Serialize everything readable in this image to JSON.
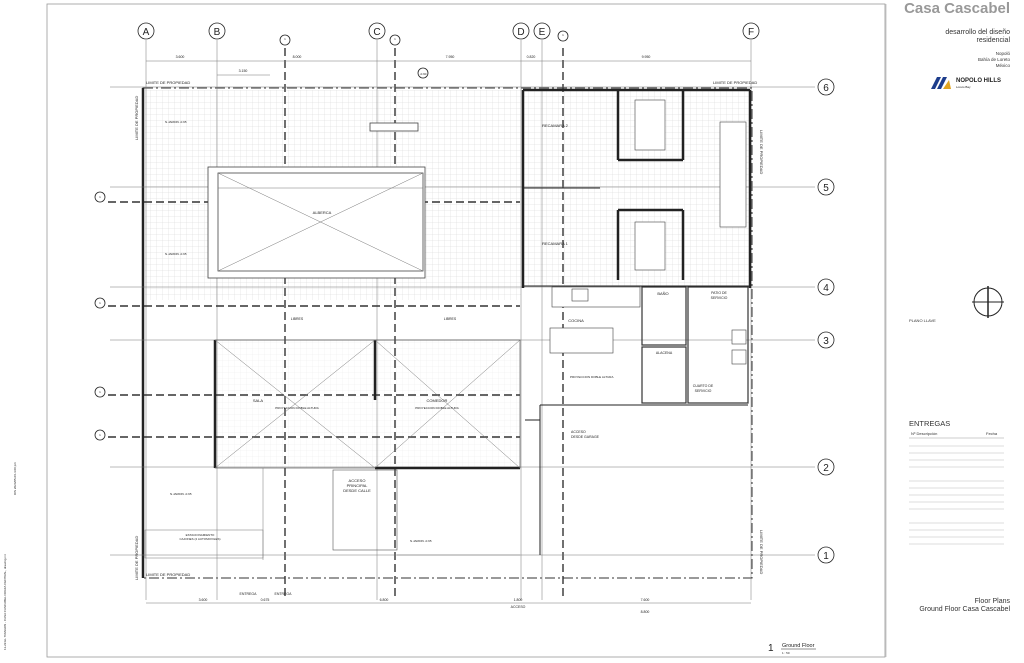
{
  "title_block": {
    "project": "Casa Cascabel",
    "subtitle_1": "desarrollo del diseño",
    "subtitle_2": "residencial",
    "location_1": "Nopoló",
    "location_2": "Bahía de Loreto",
    "location_3": "México",
    "logo_text": "NOPOLO HILLS",
    "logo_tagline": "Loreto Bay",
    "key_plan_label": "PLANO LLAVE",
    "deliveries_title": "ENTREGAS",
    "deliveries_col_no": "Nº Descripción",
    "deliveries_col_date": "Fecha",
    "sheet_title_1": "Floor Plans",
    "sheet_title_2": "Ground Floor Casa Cascabel"
  },
  "view_label": {
    "number": "1",
    "name": "Ground Floor",
    "scale": "1 : 50"
  },
  "side_notes": {
    "path": "11-29 EL TRIAGON - CASA CASCABEL DRAFA CENTRAL, drawing.rvt",
    "date": "DIS 2024/05-06-4.00 pm"
  },
  "grid": {
    "columns": [
      "A",
      "B",
      "C",
      "D",
      "E",
      "F"
    ],
    "rows": [
      "6",
      "5",
      "4",
      "3",
      "2",
      "1"
    ],
    "section_markers": [
      "1",
      "1",
      "1",
      "1",
      "1",
      "1",
      "1",
      "1"
    ]
  },
  "dimensions": {
    "top": [
      "3.600",
      "8.000",
      "7.950",
      "0.820",
      "9.950",
      "3.150"
    ],
    "bottom": [
      "3.600",
      "0.675",
      "6.800",
      "1.800",
      "7.600",
      "8.800"
    ],
    "bottom_labels": [
      "ENTREGA",
      "ENTREGA",
      "ACCESO"
    ]
  },
  "labels": {
    "property_limit": "LIMITE DE PROPIEDAD",
    "pool": "ALBERCA",
    "bedroom_2": "RECAMARA 2",
    "bedroom_1": "RECAMARA 1",
    "kitchen": "COCINA",
    "bath": "BAÑO",
    "service_patio_1": "PATIO DE",
    "service_patio_2": "SERVICIO",
    "pantry": "ALACENA",
    "service_room_1": "CUARTO DE",
    "service_room_2": "SERVICIO",
    "living": "SALA",
    "dining": "COMEDOR",
    "double_height": "PROYECCION DOBLE ALTURA",
    "garage_access_1": "ACCESO",
    "garage_access_2": "DESDE GARAGE",
    "main_access_1": "ACCESO",
    "main_access_2": "PRINCIPAL",
    "main_access_3": "DESDE CALLE",
    "parking_1": "ESTACIONAMIENTO",
    "parking_2": "CAJONES (2 AUTOMOVILES)",
    "free_1": "LIBRES",
    "free_2": "LIBRES",
    "level": "N.JARDIN -0.95",
    "level_bubble": "-0.90"
  }
}
